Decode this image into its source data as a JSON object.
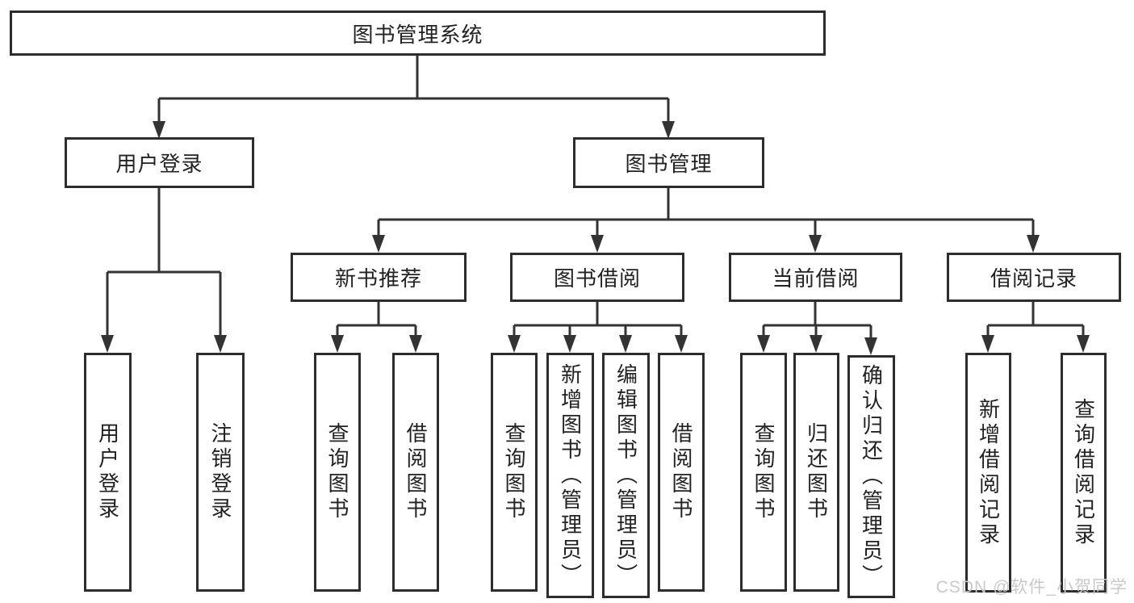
{
  "diagram": {
    "root": {
      "label": "图书管理系统"
    },
    "branches": [
      {
        "label": "用户登录",
        "children": [
          {
            "label": "用户登录"
          },
          {
            "label": "注销登录"
          }
        ]
      },
      {
        "label": "图书管理",
        "children": [
          {
            "label": "新书推荐",
            "children": [
              {
                "label": "查询图书"
              },
              {
                "label": "借阅图书"
              }
            ]
          },
          {
            "label": "图书借阅",
            "children": [
              {
                "label": "查询图书"
              },
              {
                "label": "新增图书（管理员）"
              },
              {
                "label": "编辑图书（管理员）"
              },
              {
                "label": "借阅图书"
              }
            ]
          },
          {
            "label": "当前借阅",
            "children": [
              {
                "label": "查询图书"
              },
              {
                "label": "归还图书"
              },
              {
                "label": "确认归还（管理员）"
              }
            ]
          },
          {
            "label": "借阅记录",
            "children": [
              {
                "label": "新增借阅记录"
              },
              {
                "label": "查询借阅记录"
              }
            ]
          }
        ]
      }
    ]
  },
  "watermark": {
    "text": "CSDN @软件_小贺同学",
    "color": "#c9c9c9"
  },
  "colors": {
    "line": "#333333",
    "border": "#2d2d2d",
    "text": "#222222",
    "background": "#ffffff"
  }
}
